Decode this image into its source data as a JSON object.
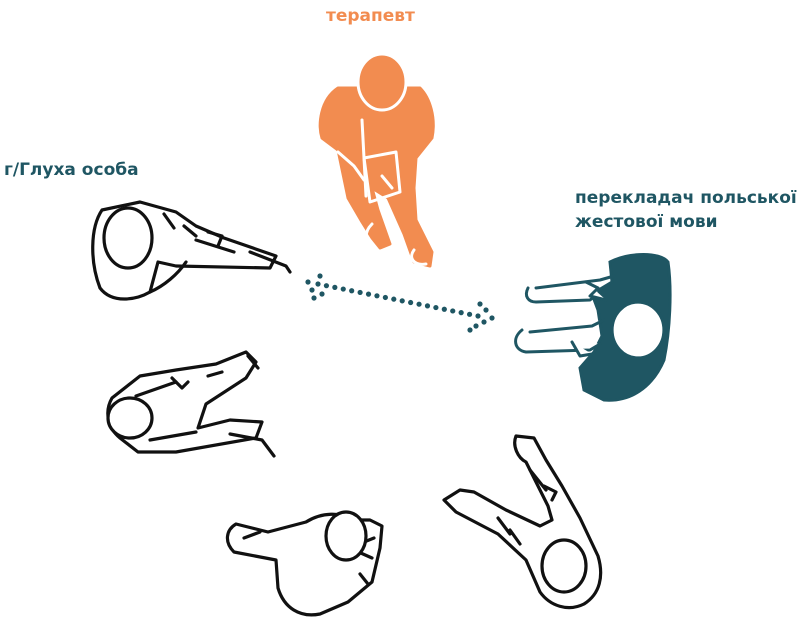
{
  "labels": {
    "therapist": "терапевт",
    "deaf_person": "г/Глуха особа",
    "interpreter": "перекладач польської\nжестової мови"
  },
  "colors": {
    "therapist": "#F28C50",
    "interpreter": "#1F5663",
    "outline": "#111111",
    "background": "#FFFFFF"
  }
}
